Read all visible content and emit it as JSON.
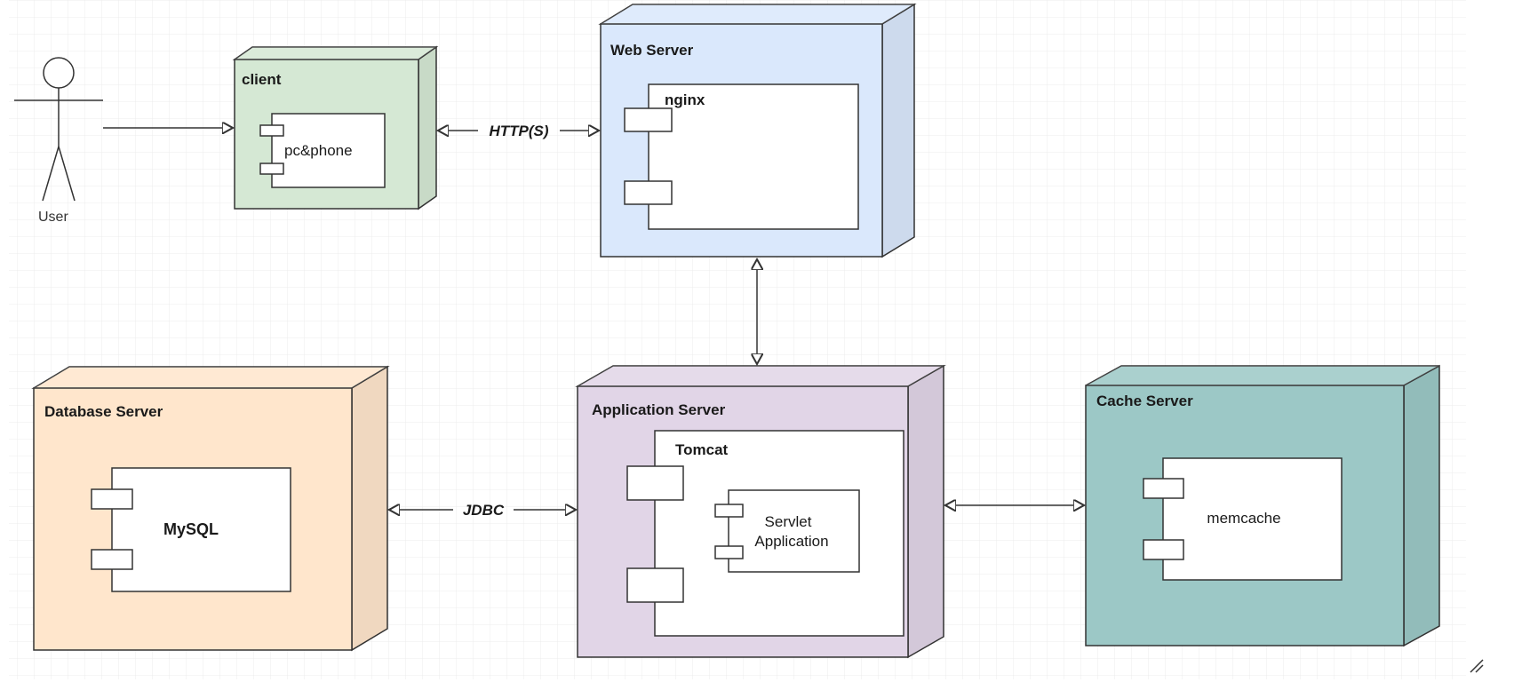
{
  "colors": {
    "client": "#d5e8d4",
    "web_server": "#dae8fc",
    "application_server": "#e1d5e7",
    "database_server": "#ffe6cc",
    "cache_server": "#9cc8c6",
    "grid": "#ececec",
    "stroke": "#333333"
  },
  "actor": {
    "label": "User",
    "icon": "stick-figure-icon"
  },
  "nodes": {
    "client": {
      "title": "client",
      "component": "pc&phone"
    },
    "web_server": {
      "title": "Web Server",
      "component": "nginx"
    },
    "application_server": {
      "title": "Application Server",
      "component": "Tomcat",
      "sub_component_line1": "Servlet",
      "sub_component_line2": "Application"
    },
    "database_server": {
      "title": "Database Server",
      "component": "MySQL"
    },
    "cache_server": {
      "title": "Cache Server",
      "component": "memcache"
    }
  },
  "edges": {
    "client_web": "HTTP(S)",
    "db_app": "JDBC"
  }
}
